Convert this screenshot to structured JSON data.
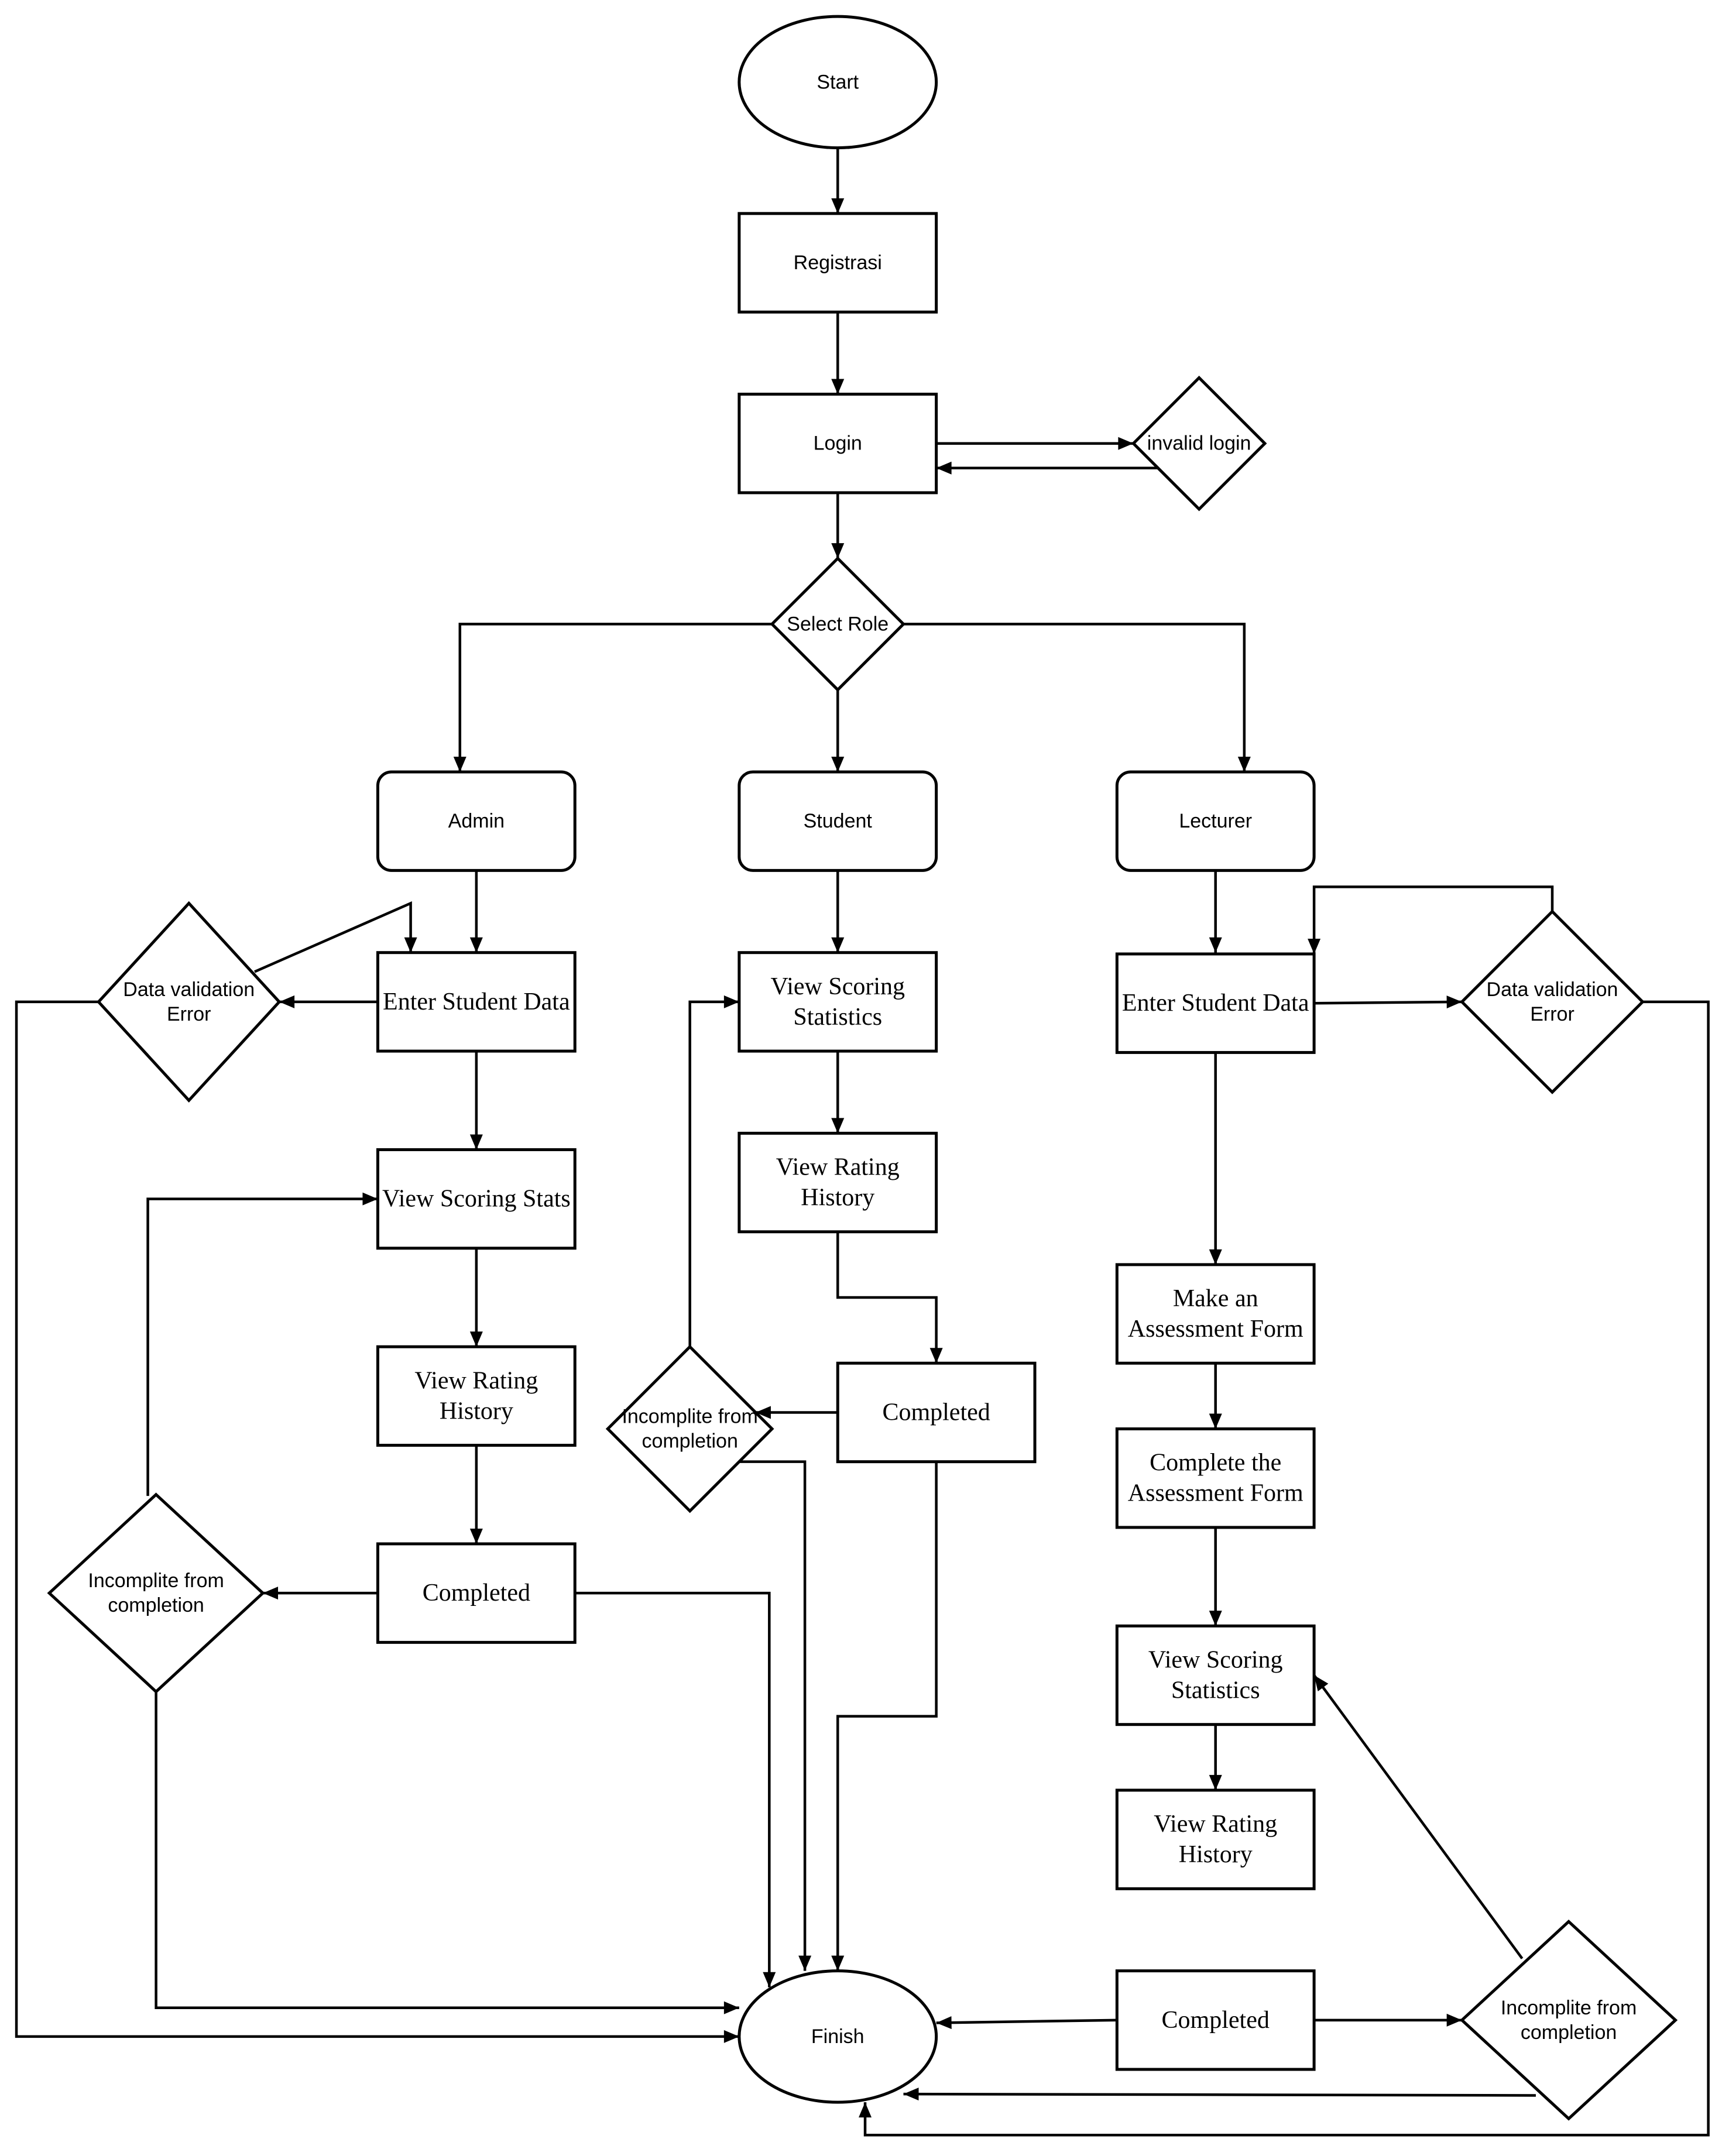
{
  "nodes": {
    "start": "Start",
    "registrasi": "Registrasi",
    "login": "Login",
    "invalid_login": "invalid login",
    "select_role": "Select Role",
    "admin": "Admin",
    "student": "Student",
    "lecturer": "Lecturer",
    "finish": "Finish",
    "admin_enter_student_data": "Enter Student Data",
    "admin_data_validation_error": [
      "Data validation",
      "Error"
    ],
    "admin_view_scoring_stats": "View Scoring Stats",
    "admin_view_rating_history": [
      "View Rating",
      "History"
    ],
    "admin_completed": "Completed",
    "admin_incomplete": [
      "Incomplite from",
      "completion"
    ],
    "student_view_scoring_statistics": [
      "View Scoring",
      "Statistics"
    ],
    "student_view_rating_history": [
      "View Rating",
      "History"
    ],
    "student_completed": "Completed",
    "student_incomplete": [
      "Incomplite from",
      "completion"
    ],
    "lecturer_enter_student_data": "Enter Student Data",
    "lecturer_data_validation_error": [
      "Data validation",
      "Error"
    ],
    "lecturer_make_assessment_form": [
      "Make an",
      "Assessment Form"
    ],
    "lecturer_complete_assessment_form": [
      "Complete the",
      "Assessment Form"
    ],
    "lecturer_view_scoring_statistics": [
      "View Scoring",
      "Statistics"
    ],
    "lecturer_view_rating_history": [
      "View Rating",
      "History"
    ],
    "lecturer_completed": "Completed",
    "lecturer_incomplete": [
      "Incomplite from",
      "completion"
    ]
  }
}
